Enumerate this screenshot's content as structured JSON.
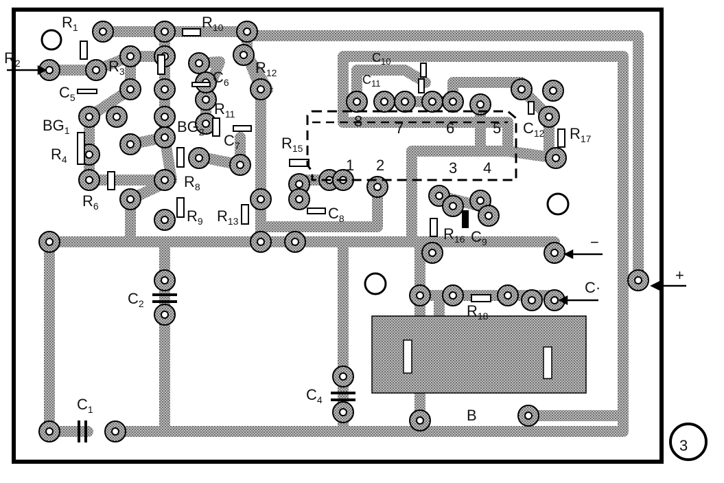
{
  "figure_number": "3",
  "labels": {
    "R1": "R",
    "R1_sub": "1",
    "R2": "R",
    "R2_sub": "2",
    "R3": "R",
    "R3_sub": "3",
    "C5": "C",
    "C5_sub": "5",
    "C6": "C",
    "C6_sub": "6",
    "BG1": "BG",
    "BG1_sub": "1",
    "BG2": "BG",
    "BG2_sub": "2",
    "R4": "R",
    "R4_sub": "4",
    "R6": "R",
    "R6_sub": "6",
    "R8": "R",
    "R8_sub": "8",
    "R9": "R",
    "R9_sub": "9",
    "R10": "R",
    "R10_sub": "10",
    "R11": "R",
    "R11_sub": "11",
    "R12": "R",
    "R12_sub": "12",
    "R13": "R",
    "R13_sub": "13",
    "R15": "R",
    "R15_sub": "15",
    "R16": "R",
    "R16_sub": "16",
    "R17": "R",
    "R17_sub": "17",
    "R18": "R",
    "R18_sub": "18",
    "C7": "C",
    "C7_sub": "7",
    "C8": "C",
    "C8_sub": "8",
    "C9": "C",
    "C9_sub": "9",
    "C10": "C",
    "C10_sub": "10",
    "C11": "C",
    "C11_sub": "11",
    "C12": "C",
    "C12_sub": "12",
    "C1": "C",
    "C1_sub": "1",
    "C2": "C",
    "C2_sub": "2",
    "C4": "C",
    "C4_sub": "4",
    "B": "B",
    "minus": "−",
    "plus": "+",
    "C_in": "C·"
  },
  "switch_positions": [
    "1",
    "2",
    "3",
    "4",
    "5",
    "6",
    "7",
    "8"
  ]
}
